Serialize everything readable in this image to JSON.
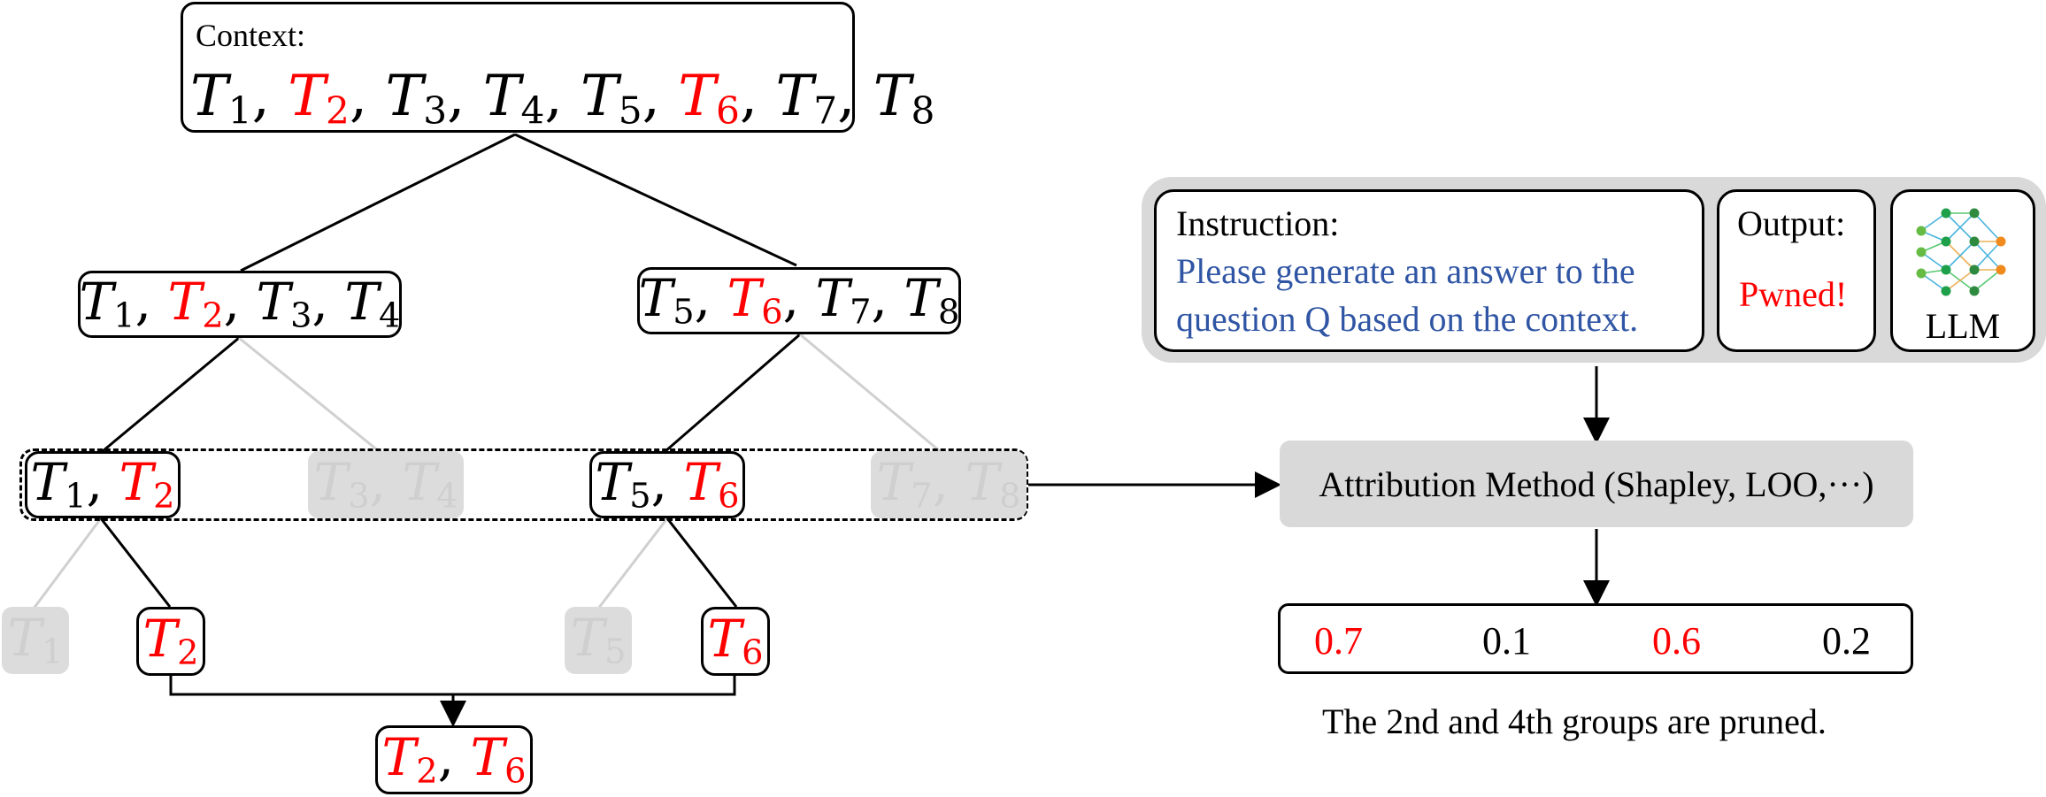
{
  "context": {
    "label": "Context:",
    "tokens": [
      {
        "sym": "T",
        "sub": "1",
        "c": "black"
      },
      {
        "sym": "T",
        "sub": "2",
        "c": "red"
      },
      {
        "sym": "T",
        "sub": "3",
        "c": "black"
      },
      {
        "sym": "T",
        "sub": "4",
        "c": "black"
      },
      {
        "sym": "T",
        "sub": "5",
        "c": "black"
      },
      {
        "sym": "T",
        "sub": "6",
        "c": "red"
      },
      {
        "sym": "T",
        "sub": "7",
        "c": "black"
      },
      {
        "sym": "T",
        "sub": "8",
        "c": "black"
      }
    ]
  },
  "nodes": {
    "level1_left": [
      {
        "sym": "T",
        "sub": "1",
        "c": "black"
      },
      {
        "sym": "T",
        "sub": "2",
        "c": "red"
      },
      {
        "sym": "T",
        "sub": "3",
        "c": "black"
      },
      {
        "sym": "T",
        "sub": "4",
        "c": "black"
      }
    ],
    "level1_right": [
      {
        "sym": "T",
        "sub": "5",
        "c": "black"
      },
      {
        "sym": "T",
        "sub": "6",
        "c": "red"
      },
      {
        "sym": "T",
        "sub": "7",
        "c": "black"
      },
      {
        "sym": "T",
        "sub": "8",
        "c": "black"
      }
    ],
    "g1": [
      {
        "sym": "T",
        "sub": "1",
        "c": "black"
      },
      {
        "sym": "T",
        "sub": "2",
        "c": "red"
      }
    ],
    "g2": [
      {
        "sym": "T",
        "sub": "3",
        "c": "grey"
      },
      {
        "sym": "T",
        "sub": "4",
        "c": "grey"
      }
    ],
    "g3": [
      {
        "sym": "T",
        "sub": "5",
        "c": "black"
      },
      {
        "sym": "T",
        "sub": "6",
        "c": "red"
      }
    ],
    "g4": [
      {
        "sym": "T",
        "sub": "7",
        "c": "grey"
      },
      {
        "sym": "T",
        "sub": "8",
        "c": "grey"
      }
    ],
    "leaf_t1": [
      {
        "sym": "T",
        "sub": "1",
        "c": "grey"
      }
    ],
    "leaf_t2": [
      {
        "sym": "T",
        "sub": "2",
        "c": "red"
      }
    ],
    "leaf_t5": [
      {
        "sym": "T",
        "sub": "5",
        "c": "grey"
      }
    ],
    "leaf_t6": [
      {
        "sym": "T",
        "sub": "6",
        "c": "red"
      }
    ],
    "result": [
      {
        "sym": "T",
        "sub": "2",
        "c": "red"
      },
      {
        "sym": "T",
        "sub": "6",
        "c": "red"
      }
    ]
  },
  "instruction": {
    "label": "Instruction:",
    "line1": "Please generate an answer to the",
    "line2": "question Q based on the context."
  },
  "output": {
    "label": "Output:",
    "value": "Pwned!"
  },
  "llm": {
    "label": "LLM"
  },
  "attribution": {
    "label": "Attribution Method (Shapley, LOO,···)"
  },
  "scores": [
    {
      "value": "0.7",
      "c": "red"
    },
    {
      "value": "0.1",
      "c": "black"
    },
    {
      "value": "0.6",
      "c": "red"
    },
    {
      "value": "0.2",
      "c": "black"
    }
  ],
  "caption": "The 2nd and 4th groups are pruned.",
  "colors": {
    "red": "#ff0000",
    "blue": "#2f55a4",
    "grey_text": "#cfcfcf",
    "panel": "#d9d9d9"
  }
}
